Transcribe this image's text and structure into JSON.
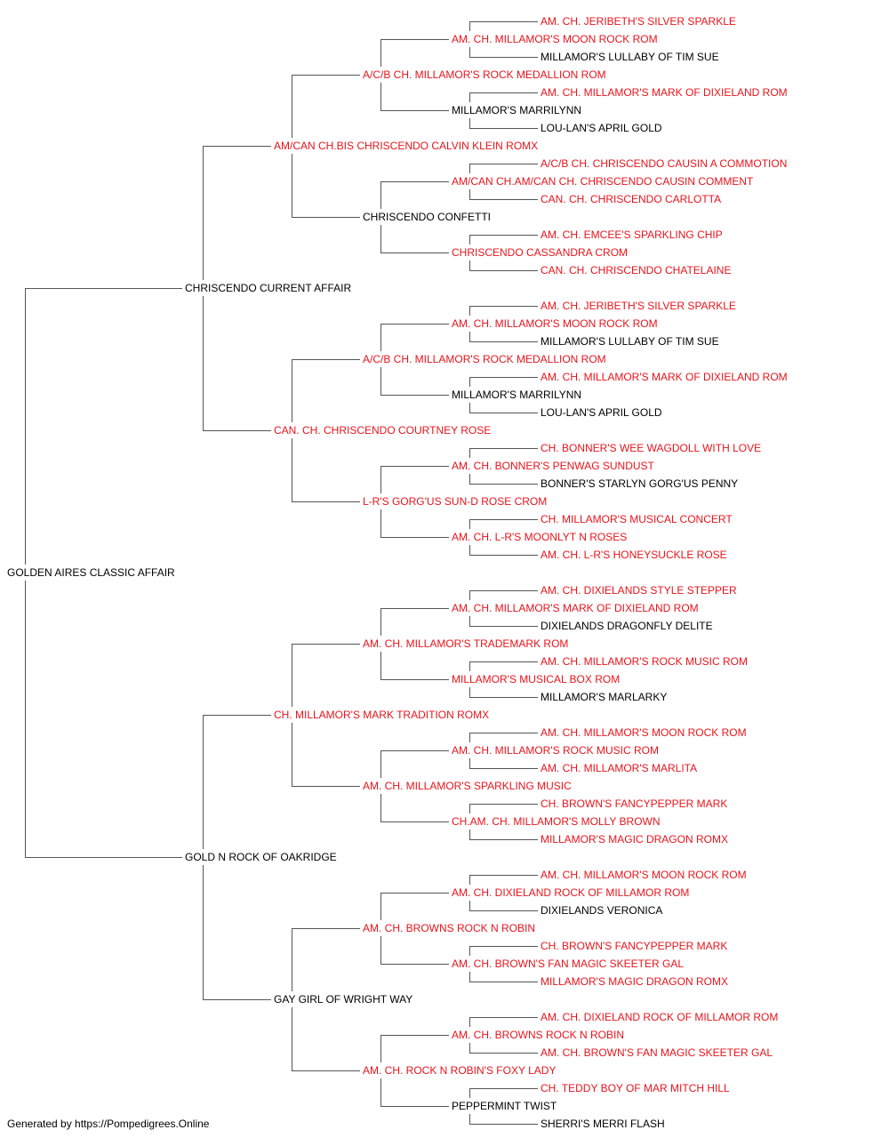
{
  "colors": {
    "champion": "#e8141c",
    "plain": "#000000",
    "line": "#555555"
  },
  "pedigree": {
    "name": "GOLDEN AIRES CLASSIC AFFAIR",
    "ch": false,
    "sire": {
      "name": "CHRISCENDO CURRENT AFFAIR",
      "ch": false,
      "sire": {
        "name": "AM/CAN CH.BIS CHRISCENDO CALVIN KLEIN ROMX",
        "ch": true,
        "sire": {
          "name": "A/C/B CH. MILLAMOR'S ROCK MEDALLION ROM",
          "ch": true,
          "sire": {
            "name": "AM. CH. MILLAMOR'S MOON ROCK ROM",
            "ch": true,
            "sire": {
              "name": "AM. CH. JERIBETH'S SILVER SPARKLE",
              "ch": true
            },
            "dam": {
              "name": "MILLAMOR'S LULLABY OF TIM SUE",
              "ch": false
            }
          },
          "dam": {
            "name": "MILLAMOR'S MARRILYNN",
            "ch": false,
            "sire": {
              "name": "AM. CH. MILLAMOR'S MARK OF DIXIELAND ROM",
              "ch": true
            },
            "dam": {
              "name": "LOU-LAN'S APRIL GOLD",
              "ch": false
            }
          }
        },
        "dam": {
          "name": "CHRISCENDO CONFETTI",
          "ch": false,
          "sire": {
            "name": "AM/CAN CH.AM/CAN CH. CHRISCENDO CAUSIN COMMENT",
            "ch": true,
            "sire": {
              "name": "A/C/B CH. CHRISCENDO CAUSIN A COMMOTION",
              "ch": true
            },
            "dam": {
              "name": "CAN. CH. CHRISCENDO CARLOTTA",
              "ch": true
            }
          },
          "dam": {
            "name": "CHRISCENDO CASSANDRA CROM",
            "ch": true,
            "sire": {
              "name": "AM. CH. EMCEE'S SPARKLING CHIP",
              "ch": true
            },
            "dam": {
              "name": "CAN. CH. CHRISCENDO CHATELAINE",
              "ch": true
            }
          }
        }
      },
      "dam": {
        "name": "CAN. CH. CHRISCENDO COURTNEY ROSE",
        "ch": true,
        "sire": {
          "name": "A/C/B CH. MILLAMOR'S ROCK MEDALLION ROM",
          "ch": true,
          "sire": {
            "name": "AM. CH. MILLAMOR'S MOON ROCK ROM",
            "ch": true,
            "sire": {
              "name": "AM. CH. JERIBETH'S SILVER SPARKLE",
              "ch": true
            },
            "dam": {
              "name": "MILLAMOR'S LULLABY OF TIM SUE",
              "ch": false
            }
          },
          "dam": {
            "name": "MILLAMOR'S MARRILYNN",
            "ch": false,
            "sire": {
              "name": "AM. CH. MILLAMOR'S MARK OF DIXIELAND ROM",
              "ch": true
            },
            "dam": {
              "name": "LOU-LAN'S APRIL GOLD",
              "ch": false
            }
          }
        },
        "dam": {
          "name": "L-R'S GORG'US SUN-D ROSE CROM",
          "ch": true,
          "sire": {
            "name": "AM. CH. BONNER'S PENWAG SUNDUST",
            "ch": true,
            "sire": {
              "name": "CH. BONNER'S WEE WAGDOLL WITH LOVE",
              "ch": true
            },
            "dam": {
              "name": "BONNER'S STARLYN GORG'US PENNY",
              "ch": false
            }
          },
          "dam": {
            "name": "AM. CH. L-R'S MOONLYT N ROSES",
            "ch": true,
            "sire": {
              "name": "CH. MILLAMOR'S MUSICAL CONCERT",
              "ch": true
            },
            "dam": {
              "name": "AM. CH. L-R'S HONEYSUCKLE ROSE",
              "ch": true
            }
          }
        }
      }
    },
    "dam": {
      "name": "GOLD N ROCK OF OAKRIDGE",
      "ch": false,
      "sire": {
        "name": "CH. MILLAMOR'S MARK TRADITION ROMX",
        "ch": true,
        "sire": {
          "name": "AM. CH. MILLAMOR'S TRADEMARK ROM",
          "ch": true,
          "sire": {
            "name": "AM. CH. MILLAMOR'S MARK OF DIXIELAND ROM",
            "ch": true,
            "sire": {
              "name": "AM. CH. DIXIELANDS STYLE STEPPER",
              "ch": true
            },
            "dam": {
              "name": "DIXIELANDS DRAGONFLY DELITE",
              "ch": false
            }
          },
          "dam": {
            "name": "MILLAMOR'S MUSICAL BOX ROM",
            "ch": true,
            "sire": {
              "name": "AM. CH. MILLAMOR'S ROCK MUSIC ROM",
              "ch": true
            },
            "dam": {
              "name": "MILLAMOR'S MARLARKY",
              "ch": false
            }
          }
        },
        "dam": {
          "name": "AM. CH. MILLAMOR'S SPARKLING MUSIC",
          "ch": true,
          "sire": {
            "name": "AM. CH. MILLAMOR'S ROCK MUSIC ROM",
            "ch": true,
            "sire": {
              "name": "AM. CH. MILLAMOR'S MOON ROCK ROM",
              "ch": true
            },
            "dam": {
              "name": "AM. CH. MILLAMOR'S MARLITA",
              "ch": true
            }
          },
          "dam": {
            "name": "CH.AM. CH. MILLAMOR'S MOLLY BROWN",
            "ch": true,
            "sire": {
              "name": "CH. BROWN'S FANCYPEPPER MARK",
              "ch": true
            },
            "dam": {
              "name": "MILLAMOR'S MAGIC DRAGON ROMX",
              "ch": true
            }
          }
        }
      },
      "dam": {
        "name": "GAY GIRL OF WRIGHT WAY",
        "ch": false,
        "sire": {
          "name": "AM. CH. BROWNS ROCK N ROBIN",
          "ch": true,
          "sire": {
            "name": "AM. CH. DIXIELAND ROCK OF MILLAMOR ROM",
            "ch": true,
            "sire": {
              "name": "AM. CH. MILLAMOR'S MOON ROCK ROM",
              "ch": true
            },
            "dam": {
              "name": "DIXIELANDS VERONICA",
              "ch": false
            }
          },
          "dam": {
            "name": "AM. CH. BROWN'S FAN MAGIC SKEETER GAL",
            "ch": true,
            "sire": {
              "name": "CH. BROWN'S FANCYPEPPER MARK",
              "ch": true
            },
            "dam": {
              "name": "MILLAMOR'S MAGIC DRAGON ROMX",
              "ch": true
            }
          }
        },
        "dam": {
          "name": "AM. CH. ROCK N ROBIN'S FOXY LADY",
          "ch": true,
          "sire": {
            "name": "AM. CH. BROWNS ROCK N ROBIN",
            "ch": true,
            "sire": {
              "name": "AM. CH. DIXIELAND ROCK OF MILLAMOR ROM",
              "ch": true
            },
            "dam": {
              "name": "AM. CH. BROWN'S FAN MAGIC SKEETER GAL",
              "ch": true
            }
          },
          "dam": {
            "name": "PEPPERMINT TWIST",
            "ch": false,
            "sire": {
              "name": "CH. TEDDY BOY OF MAR MITCH HILL",
              "ch": true
            },
            "dam": {
              "name": "SHERRI'S MERRI FLASH",
              "ch": false
            }
          }
        }
      }
    }
  },
  "footer": "Generated by https://Pompedigrees.Online"
}
